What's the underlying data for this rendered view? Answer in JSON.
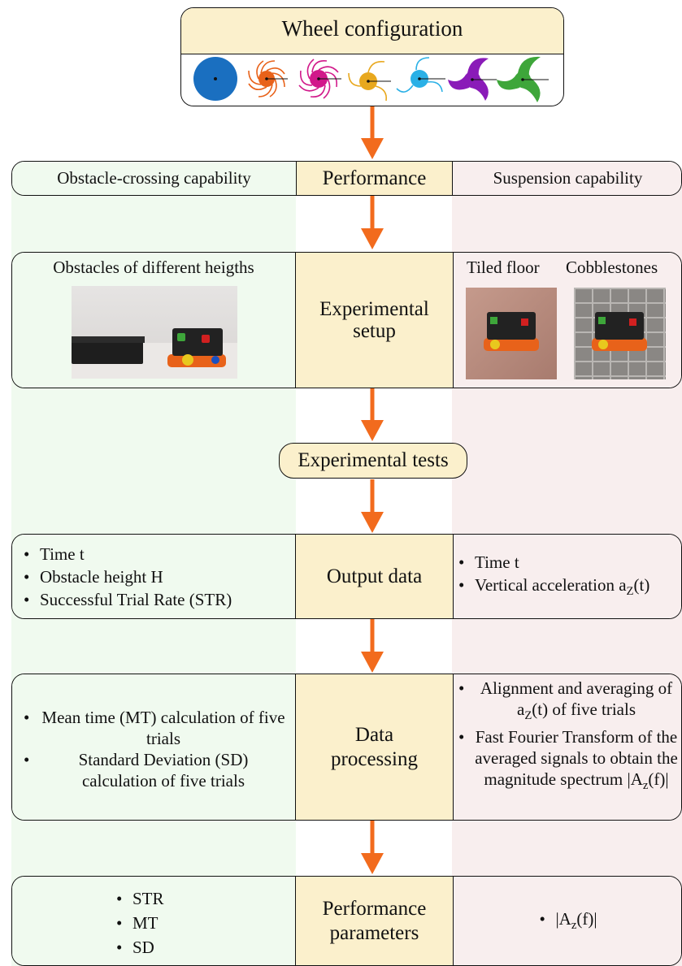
{
  "wheel_config": {
    "title": "Wheel configuration",
    "icons": [
      "solid-disc-wheel",
      "spiral-spoke-wheel-orange",
      "spiral-spoke-wheel-magenta",
      "hooked-spoke-wheel-yellow",
      "hooked-spoke-wheel-cyan",
      "three-blade-wheel-purple",
      "three-blade-wheel-green"
    ]
  },
  "performance_row": {
    "left": "Obstacle-crossing capability",
    "center": "Performance",
    "right": "Suspension capability"
  },
  "setup_row": {
    "left_title": "Obstacles of different heigths",
    "center": "Experimental setup",
    "right_label_1": "Tiled floor",
    "right_label_2": "Cobblestones"
  },
  "tests_label": "Experimental tests",
  "output_row": {
    "center": "Output data",
    "left_items": [
      "Time t",
      "Obstacle height H",
      "Successful Trial Rate (STR)"
    ],
    "right_item_1": "Time t",
    "right_item_2_text": "Vertical acceleration a",
    "right_item_2_sub": "Z",
    "right_item_2_tail": "(t)"
  },
  "processing_row": {
    "center": "Data processing",
    "left_item_1": "Mean time (MT) calculation of five trials",
    "left_item_2": "Standard Deviation (SD) calculation of five trials",
    "right_item_1_pre": "Alignment and averaging of a",
    "right_item_1_sub": "Z",
    "right_item_1_post": "(t) of five trials",
    "right_item_2_pre": "Fast Fourier Transform of the averaged signals to obtain the magnitude spectrum |A",
    "right_item_2_sub": "z",
    "right_item_2_post": "(f)|"
  },
  "params_row": {
    "center": "Performance parameters",
    "left_items": [
      "STR",
      "MT",
      "SD"
    ],
    "right_pre": "|A",
    "right_sub": "z",
    "right_post": "(f)|"
  },
  "colors": {
    "arrow": "#f26b1d",
    "header_fill": "#fbf0cc",
    "left_fill": "#f0faef",
    "right_fill": "#f8eeee",
    "wheel_blue": "#1a6fc0",
    "wheel_orange": "#e8621a",
    "wheel_magenta": "#d1188a",
    "wheel_yellow": "#e8a81e",
    "wheel_cyan": "#2ab0e6",
    "wheel_purple": "#8a1bb8",
    "wheel_green": "#3ea63a"
  }
}
